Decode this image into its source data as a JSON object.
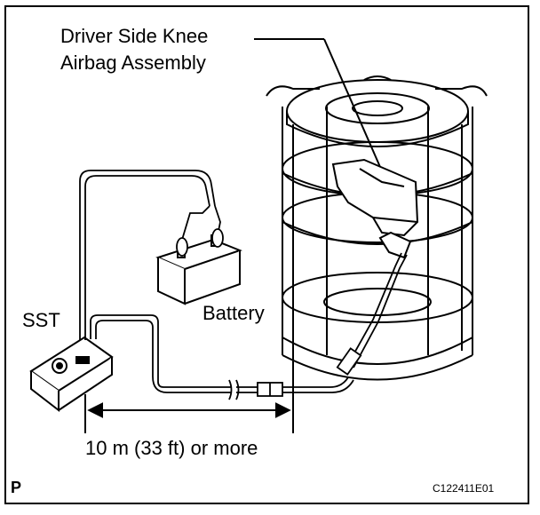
{
  "labels": {
    "airbag_line1": "Driver Side Knee",
    "airbag_line2": "Airbag Assembly",
    "sst": "SST",
    "battery": "Battery",
    "distance": "10 m (33 ft) or more",
    "corner_mark": "P",
    "figure_code": "C122411E01"
  }
}
